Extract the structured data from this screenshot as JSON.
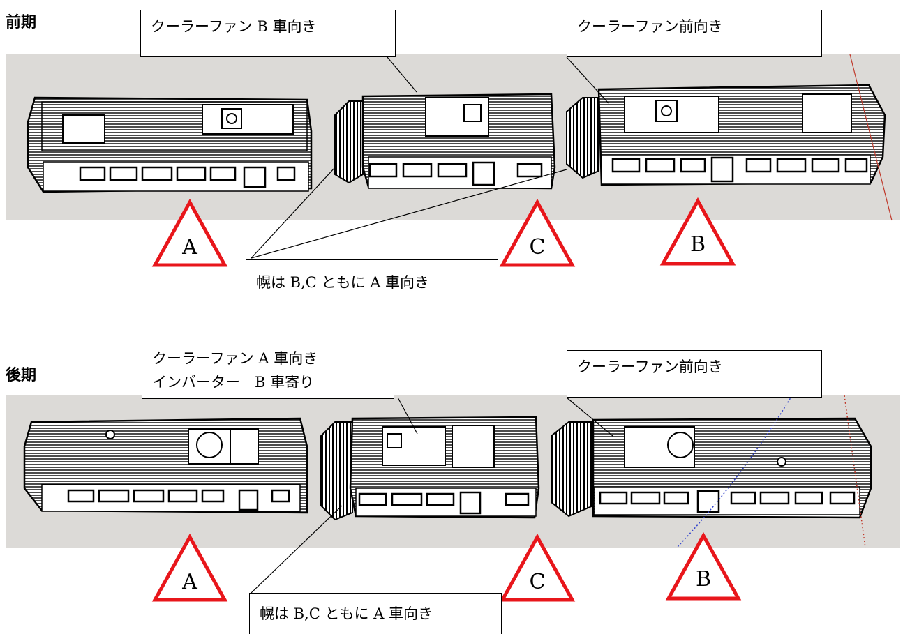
{
  "sections": [
    {
      "label": "前期",
      "callouts": {
        "fan_c": "クーラーファン B 車向き",
        "fan_b": "クーラーファン前向き",
        "horo": "幌は B,C ともに A 車向き"
      },
      "cars": [
        "A",
        "C",
        "B"
      ]
    },
    {
      "label": "後期",
      "callouts": {
        "fan_c_line1": "クーラーファン A 車向き",
        "fan_c_line2": "インバーター　B 車寄り",
        "fan_b": "クーラーファン前向き",
        "horo": "幌は B,C ともに A 車向き"
      },
      "cars": [
        "A",
        "C",
        "B"
      ]
    }
  ],
  "colors": {
    "triangle": "#e8161b",
    "strip": "#dcdad7",
    "axis_red": "#c0392b",
    "axis_blue": "#3344cc"
  }
}
